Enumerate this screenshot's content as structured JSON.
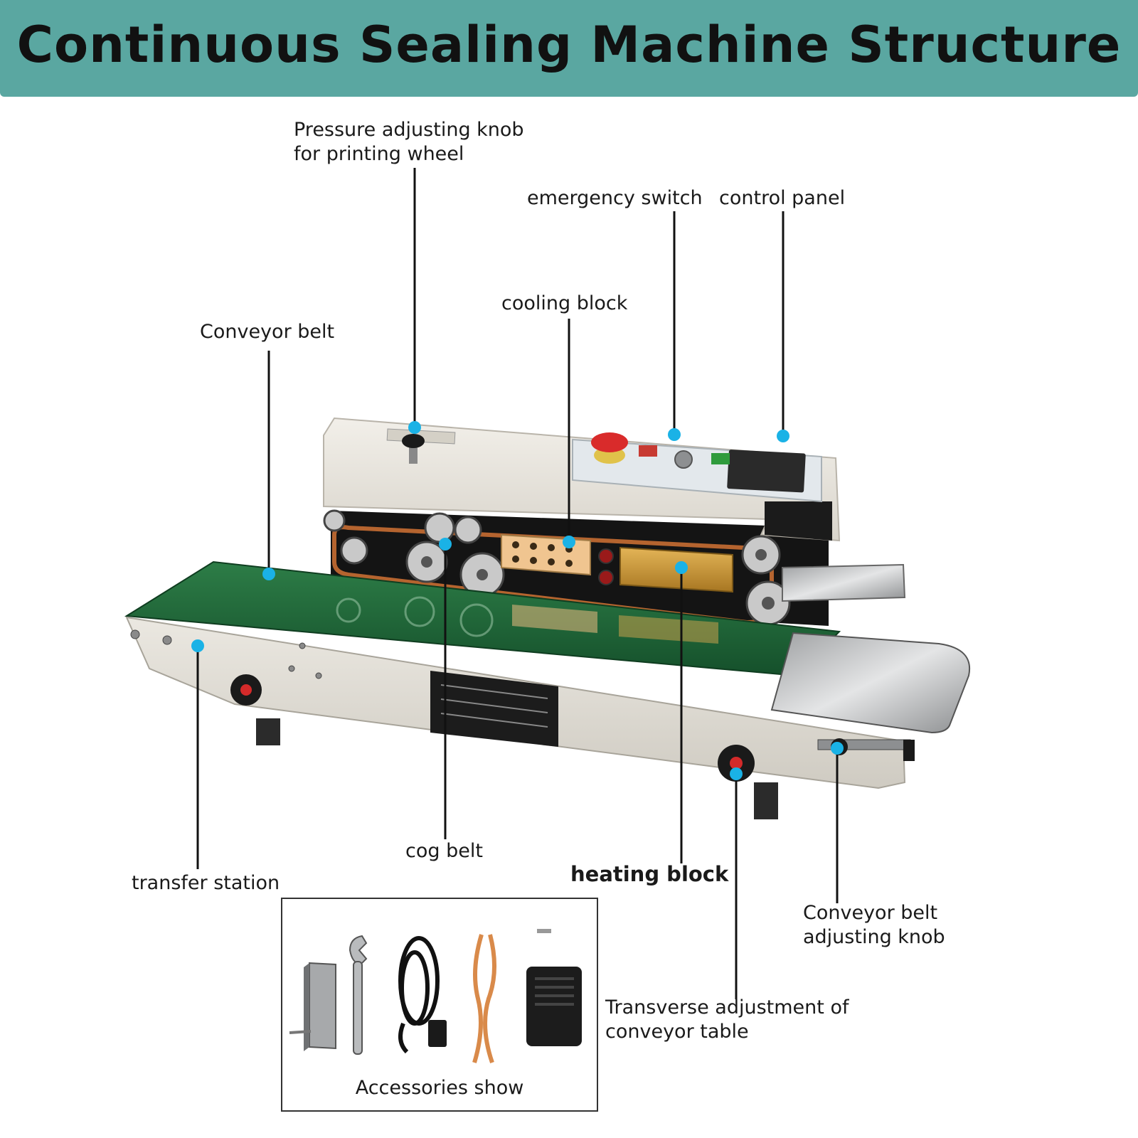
{
  "header": {
    "title": "Continuous Sealing Machine Structure"
  },
  "labels": {
    "pressure_knob": [
      "Pressure adjusting knob",
      "for printing wheel"
    ],
    "emergency_switch": "emergency switch",
    "control_panel": "control panel",
    "cooling_block": "cooling block",
    "conveyor_belt": "Conveyor belt",
    "cog_belt": "cog belt",
    "heating_block": "heating block",
    "transfer_station": "transfer station",
    "conveyor_adjust_knob": [
      "Conveyor belt",
      "adjusting knob"
    ],
    "transverse_adjustment": [
      "Transverse adjustment of",
      "conveyor table"
    ]
  },
  "accessories": {
    "caption": "Accessories show"
  },
  "colors": {
    "banner": "#5aa7a1",
    "callout_dot": "#1ab2e6",
    "belt_green": "#1f6b3a"
  }
}
